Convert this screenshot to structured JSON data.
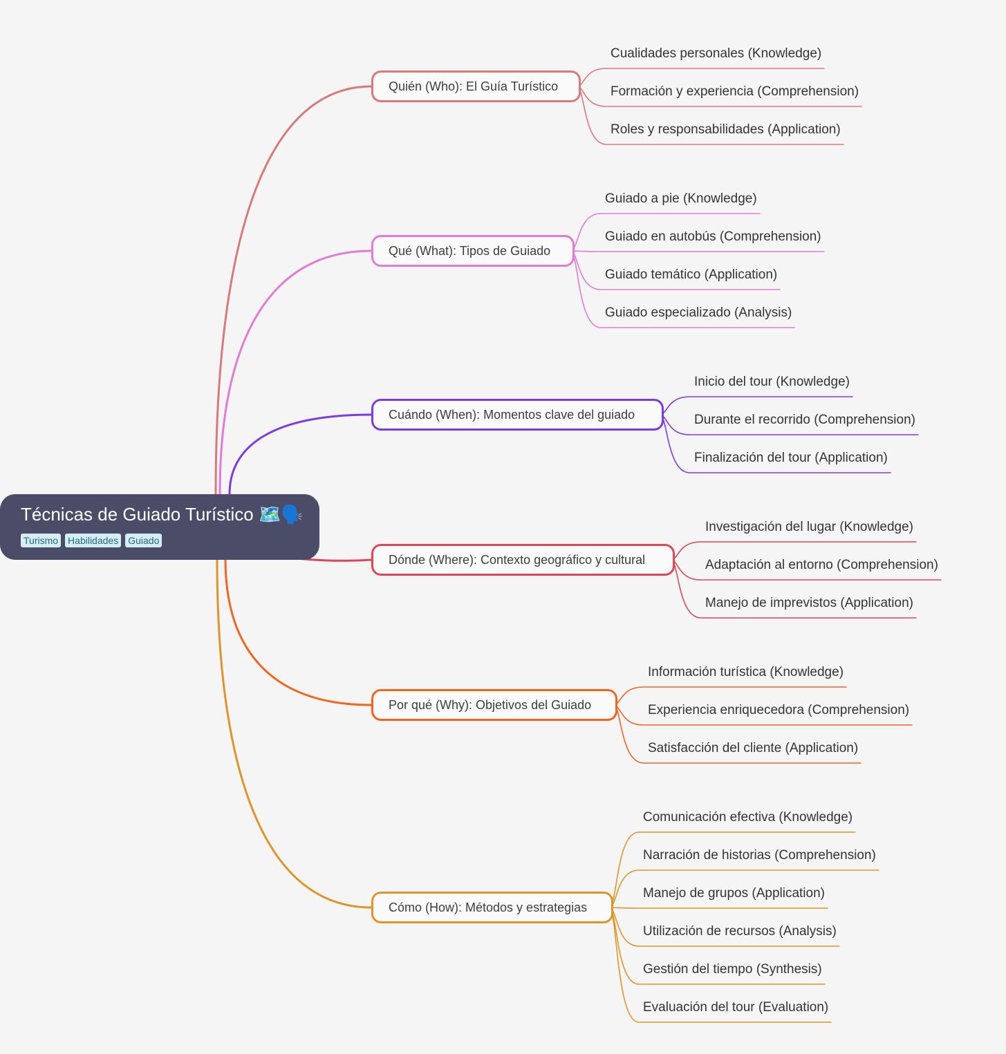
{
  "root": {
    "title": "Técnicas de Guiado Turístico 🗺️🗣️",
    "tags": [
      "Turismo",
      "Habilidades",
      "Guiado"
    ]
  },
  "branches": [
    {
      "label": "Quién (Who): El Guía Turístico",
      "color": "#d9797a",
      "children": [
        "Cualidades personales (Knowledge)",
        "Formación y experiencia (Comprehension)",
        "Roles y responsabilidades (Application)"
      ]
    },
    {
      "label": "Qué (What): Tipos de Guiado",
      "color": "#e27bd3",
      "children": [
        "Guiado a pie (Knowledge)",
        "Guiado en autobús (Comprehension)",
        "Guiado temático (Application)",
        "Guiado especializado (Analysis)"
      ]
    },
    {
      "label": "Cuándo (When): Momentos clave del guiado",
      "color": "#7e3ae0",
      "children": [
        "Inicio del tour (Knowledge)",
        "Durante el recorrido (Comprehension)",
        "Finalización del tour (Application)"
      ]
    },
    {
      "label": "Dónde (Where): Contexto geográfico y cultural",
      "color": "#de4656",
      "children": [
        "Investigación del lugar (Knowledge)",
        "Adaptación al entorno (Comprehension)",
        "Manejo de imprevistos (Application)"
      ]
    },
    {
      "label": "Por qué (Why): Objetivos del Guiado",
      "color": "#f2641f",
      "children": [
        "Información turística (Knowledge)",
        "Experiencia enriquecedora (Comprehension)",
        "Satisfacción del cliente (Application)"
      ]
    },
    {
      "label": "Cómo (How): Métodos y estrategias",
      "color": "#de9528",
      "children": [
        "Comunicación efectiva (Knowledge)",
        "Narración de historias (Comprehension)",
        "Manejo de grupos (Application)",
        "Utilización de recursos (Analysis)",
        "Gestión del tiempo (Synthesis)",
        "Evaluación del tour (Evaluation)"
      ]
    }
  ]
}
